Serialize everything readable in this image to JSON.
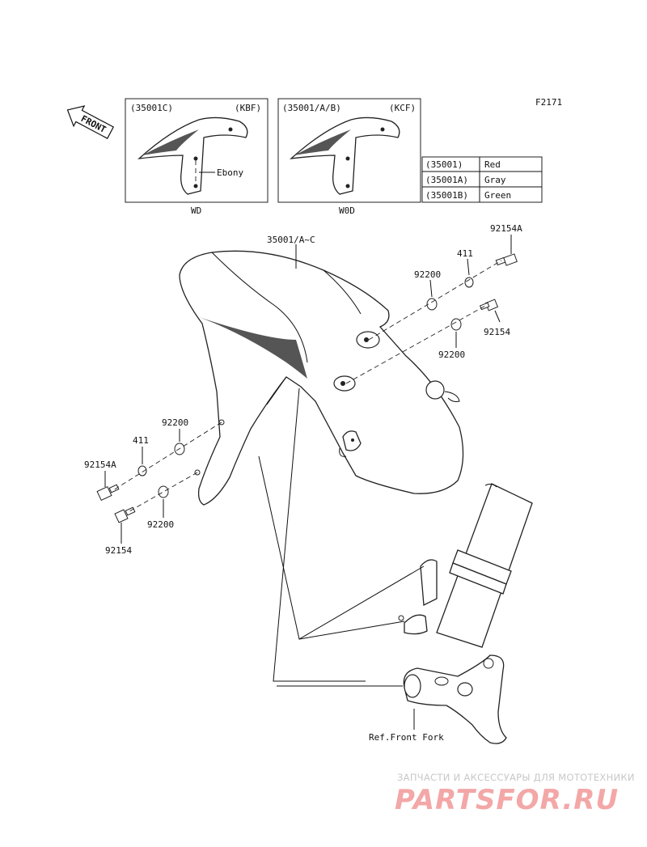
{
  "diagram_id": "F2171",
  "front_arrow_label": "FRONT",
  "insets": [
    {
      "part_no": "(35001C)",
      "variant": "(KBF)",
      "caption": "WD",
      "note": "Ebony"
    },
    {
      "part_no": "(35001/A/B)",
      "variant": "(KCF)",
      "caption": "W0D"
    }
  ],
  "color_table": [
    {
      "code": "(35001)",
      "color": "Red"
    },
    {
      "code": "(35001A)",
      "color": "Gray"
    },
    {
      "code": "(35001B)",
      "color": "Green"
    }
  ],
  "labels": {
    "fender": "35001/A~C",
    "bolt_a_right": "92154A",
    "washer_411_right": "411",
    "washer_92200_right_top": "92200",
    "bolt_right": "92154",
    "washer_92200_right_bottom": "92200",
    "washer_92200_left_top": "92200",
    "washer_411_left": "411",
    "bolt_a_left": "92154A",
    "washer_92200_left_bottom": "92200",
    "bolt_left": "92154",
    "front_fork_ref": "Ref.Front Fork"
  },
  "watermark": {
    "subtitle": "ЗАПЧАСТИ И АКСЕССУАРЫ ДЛЯ МОТОТЕХНИКИ",
    "brand": "PARTSFOR.RU"
  }
}
